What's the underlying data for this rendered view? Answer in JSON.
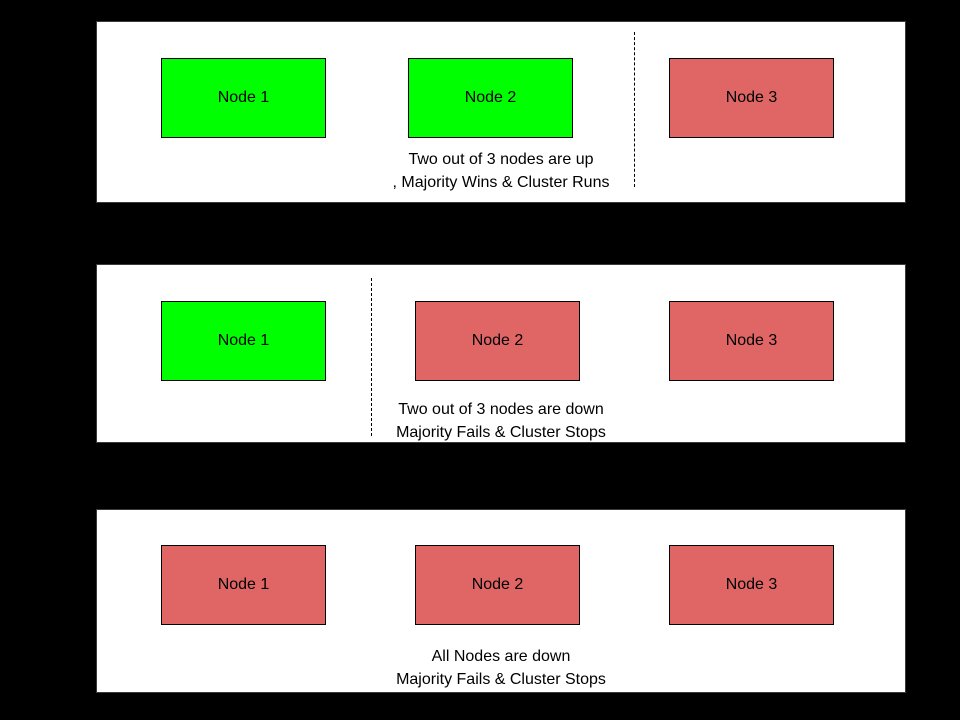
{
  "colors": {
    "background": "#000000",
    "panel_background": "#ffffff",
    "node_up": "#00ff00",
    "node_down": "#e06666",
    "node_border": "#000000",
    "text": "#000000"
  },
  "panels": [
    {
      "id": "majority-up",
      "nodes": [
        {
          "label": "Node 1",
          "status": "up"
        },
        {
          "label": "Node 2",
          "status": "up"
        },
        {
          "label": "Node 3",
          "status": "down"
        }
      ],
      "divider": {
        "present": true,
        "position": "between Node 2 and Node 3"
      },
      "caption": {
        "line1": "Two out of 3 nodes are up",
        "line2": ", Majority Wins & Cluster Runs"
      }
    },
    {
      "id": "majority-down",
      "nodes": [
        {
          "label": "Node 1",
          "status": "up"
        },
        {
          "label": "Node 2",
          "status": "down"
        },
        {
          "label": "Node 3",
          "status": "down"
        }
      ],
      "divider": {
        "present": true,
        "position": "between Node 1 and Node 2"
      },
      "caption": {
        "line1": "Two out of 3 nodes are down",
        "line2": "Majority Fails & Cluster Stops"
      }
    },
    {
      "id": "all-down",
      "nodes": [
        {
          "label": "Node 1",
          "status": "down"
        },
        {
          "label": "Node 2",
          "status": "down"
        },
        {
          "label": "Node 3",
          "status": "down"
        }
      ],
      "divider": {
        "present": false,
        "position": ""
      },
      "caption": {
        "line1": "All Nodes are down",
        "line2": "Majority Fails & Cluster Stops"
      }
    }
  ]
}
